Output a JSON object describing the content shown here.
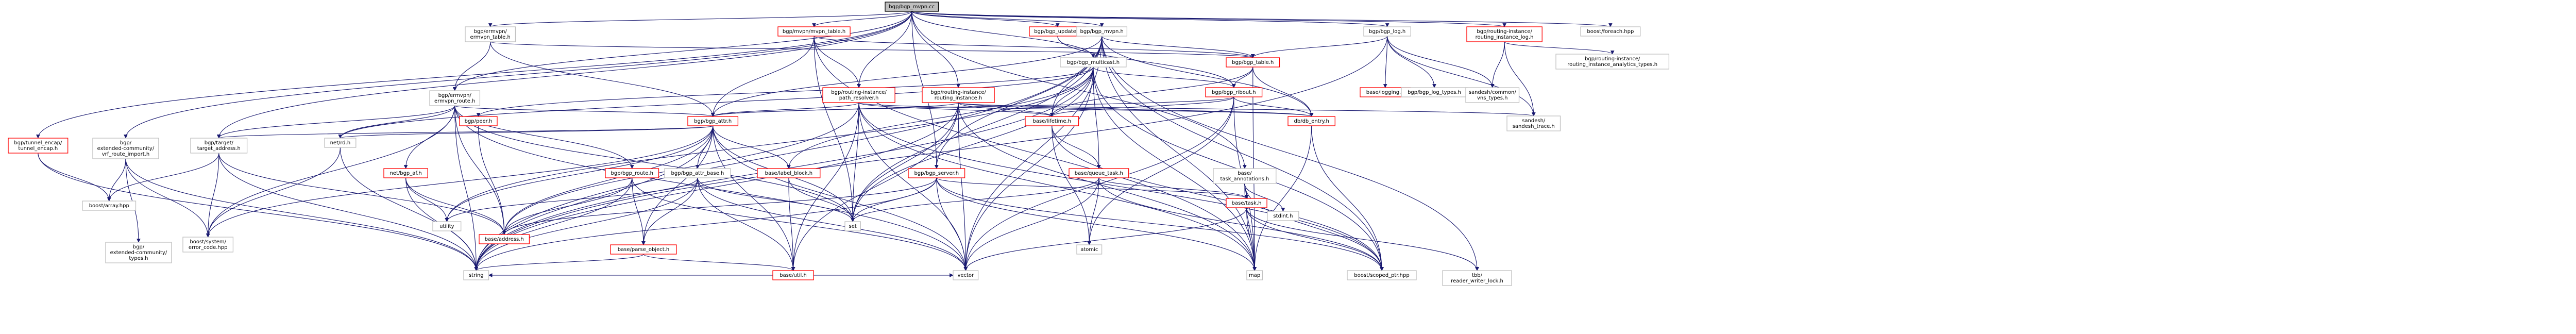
{
  "graph": {
    "root": "bgp_mvpn",
    "nodes": [
      {
        "id": "bgp_mvpn",
        "label": "bgp/bgp_mvpn.cc",
        "kind": "root"
      },
      {
        "id": "tunnel_encap",
        "label": "bgp/tunnel_encap/tunnel_encap.h",
        "kind": "doc"
      },
      {
        "id": "rt_import",
        "label": "bgp/extended-community/vrf_route_import.h",
        "kind": "hdr"
      },
      {
        "id": "ermvpn_table",
        "label": "bgp/ermvpn/ermvpn_table.h",
        "kind": "hdr"
      },
      {
        "id": "mvpn_table",
        "label": "bgp/mvpn/mvpn_table.h",
        "kind": "doc"
      },
      {
        "id": "bgp_update",
        "label": "bgp/bgp_update.h",
        "kind": "doc"
      },
      {
        "id": "bgp_mvpn_h",
        "label": "bgp/bgp_mvpn.h",
        "kind": "hdr"
      },
      {
        "id": "bgp_log",
        "label": "bgp/bgp_log.h",
        "kind": "hdr"
      },
      {
        "id": "ri_log",
        "label": "bgp/routing-instance/routing_instance_log.h",
        "kind": "doc"
      },
      {
        "id": "boost_foreach",
        "label": "boost/foreach.hpp",
        "kind": "hdr"
      },
      {
        "id": "bgp_multicast",
        "label": "bgp/bgp_multicast.h",
        "kind": "hdr"
      },
      {
        "id": "bgp_table",
        "label": "bgp/bgp_table.h",
        "kind": "doc"
      },
      {
        "id": "base_logging",
        "label": "base/logging.h",
        "kind": "doc"
      },
      {
        "id": "bgp_log_types",
        "label": "bgp/bgp_log_types.h",
        "kind": "hdr"
      },
      {
        "id": "sandesh_common_vns",
        "label": "sandesh/common/vns_types.h",
        "kind": "hdr"
      },
      {
        "id": "ri_analytics",
        "label": "bgp/routing-instance/routing_instance_analytics_types.h",
        "kind": "hdr"
      },
      {
        "id": "ermvpn_route",
        "label": "bgp/ermvpn/ermvpn_route.h",
        "kind": "hdr"
      },
      {
        "id": "bgp_peer",
        "label": "bgp/peer.h",
        "kind": "doc"
      },
      {
        "id": "path_resolver",
        "label": "bgp/routing-instance/path_resolver.h",
        "kind": "doc"
      },
      {
        "id": "ri_routing",
        "label": "bgp/routing-instance/routing_instance.h",
        "kind": "doc"
      },
      {
        "id": "bgp_ribout",
        "label": "bgp/bgp_ribout.h",
        "kind": "doc"
      },
      {
        "id": "sandesh_trace",
        "label": "sandesh/sandesh_trace.h",
        "kind": "hdr"
      },
      {
        "id": "bgp_attr",
        "label": "bgp/bgp_attr.h",
        "kind": "doc"
      },
      {
        "id": "base_lifetime",
        "label": "base/lifetime.h",
        "kind": "doc"
      },
      {
        "id": "db_entry",
        "label": "db/db_entry.h",
        "kind": "doc"
      },
      {
        "id": "bgp_target_addr",
        "label": "bgp/target/target_address.h",
        "kind": "hdr"
      },
      {
        "id": "net_rd",
        "label": "net/rd.h",
        "kind": "hdr"
      },
      {
        "id": "bgp_af",
        "label": "net/bgp_af.h",
        "kind": "doc"
      },
      {
        "id": "bgp_route_h",
        "label": "bgp/bgp_route.h",
        "kind": "doc"
      },
      {
        "id": "bgp_attr_base",
        "label": "bgp/bgp_attr_base.h",
        "kind": "hdr"
      },
      {
        "id": "base_label_block",
        "label": "base/label_block.h",
        "kind": "doc"
      },
      {
        "id": "bgp_server",
        "label": "bgp/bgp_server.h",
        "kind": "doc"
      },
      {
        "id": "base_queue_task",
        "label": "base/queue_task.h",
        "kind": "doc"
      },
      {
        "id": "base_task_annot",
        "label": "base/task_annotations.h",
        "kind": "hdr"
      },
      {
        "id": "boost_array",
        "label": "boost/array.hpp",
        "kind": "hdr"
      },
      {
        "id": "ext_comm_types",
        "label": "bgp/extended-community/types.h",
        "kind": "hdr"
      },
      {
        "id": "boost_sys_err",
        "label": "boost/system/error_code.hpp",
        "kind": "hdr"
      },
      {
        "id": "utility",
        "label": "utility",
        "kind": "hdr"
      },
      {
        "id": "base_address",
        "label": "base/address.h",
        "kind": "doc"
      },
      {
        "id": "set",
        "label": "set",
        "kind": "hdr"
      },
      {
        "id": "base_parse_object",
        "label": "base/parse_object.h",
        "kind": "doc"
      },
      {
        "id": "atomic",
        "label": "atomic",
        "kind": "hdr"
      },
      {
        "id": "base_task",
        "label": "base/task.h",
        "kind": "doc"
      },
      {
        "id": "stdint",
        "label": "stdint.h",
        "kind": "hdr"
      },
      {
        "id": "string",
        "label": "string",
        "kind": "hdr"
      },
      {
        "id": "base_util",
        "label": "base/util.h",
        "kind": "doc"
      },
      {
        "id": "vector",
        "label": "vector",
        "kind": "hdr"
      },
      {
        "id": "map",
        "label": "map",
        "kind": "hdr"
      },
      {
        "id": "boost_scoped_ptr",
        "label": "boost/scoped_ptr.hpp",
        "kind": "hdr"
      },
      {
        "id": "tbb_rw_lock",
        "label": "tbb/reader_writer_lock.h",
        "kind": "hdr"
      }
    ],
    "edges": [
      [
        "bgp_mvpn",
        "tunnel_encap"
      ],
      [
        "bgp_mvpn",
        "rt_import"
      ],
      [
        "bgp_mvpn",
        "ermvpn_table"
      ],
      [
        "bgp_mvpn",
        "mvpn_table"
      ],
      [
        "bgp_mvpn",
        "bgp_update"
      ],
      [
        "bgp_mvpn",
        "bgp_mvpn_h"
      ],
      [
        "bgp_mvpn",
        "bgp_log"
      ],
      [
        "bgp_mvpn",
        "ri_log"
      ],
      [
        "bgp_mvpn",
        "boost_foreach"
      ],
      [
        "bgp_mvpn",
        "ermvpn_route"
      ],
      [
        "bgp_mvpn",
        "path_resolver"
      ],
      [
        "bgp_mvpn",
        "ri_routing"
      ],
      [
        "bgp_mvpn",
        "bgp_server"
      ],
      [
        "bgp_mvpn",
        "base_task_annot"
      ],
      [
        "bgp_mvpn",
        "bgp_target_addr"
      ],
      [
        "bgp_mvpn",
        "bgp_multicast"
      ],
      [
        "tunnel_encap",
        "boost_array"
      ],
      [
        "tunnel_encap",
        "string"
      ],
      [
        "rt_import",
        "boost_array"
      ],
      [
        "rt_import",
        "boost_sys_err"
      ],
      [
        "rt_import",
        "ext_comm_types"
      ],
      [
        "rt_import",
        "string"
      ],
      [
        "ermvpn_table",
        "ermvpn_route"
      ],
      [
        "ermvpn_table",
        "bgp_table"
      ],
      [
        "ermvpn_table",
        "bgp_attr"
      ],
      [
        "mvpn_table",
        "bgp_table"
      ],
      [
        "mvpn_table",
        "bgp_attr"
      ],
      [
        "mvpn_table",
        "path_resolver"
      ],
      [
        "mvpn_table",
        "set"
      ],
      [
        "mvpn_table",
        "map"
      ],
      [
        "bgp_update",
        "bgp_ribout"
      ],
      [
        "bgp_mvpn_h",
        "bgp_table"
      ],
      [
        "bgp_mvpn_h",
        "bgp_attr"
      ],
      [
        "bgp_mvpn_h",
        "db_entry"
      ],
      [
        "bgp_mvpn_h",
        "base_lifetime"
      ],
      [
        "bgp_mvpn_h",
        "bgp_server"
      ],
      [
        "bgp_mvpn_h",
        "set"
      ],
      [
        "bgp_mvpn_h",
        "map"
      ],
      [
        "bgp_mvpn_h",
        "vector"
      ],
      [
        "bgp_mvpn_h",
        "string"
      ],
      [
        "bgp_mvpn_h",
        "tbb_rw_lock"
      ],
      [
        "bgp_mvpn_h",
        "boost_scoped_ptr"
      ],
      [
        "bgp_log",
        "bgp_table"
      ],
      [
        "bgp_log",
        "base_logging"
      ],
      [
        "bgp_log",
        "bgp_log_types"
      ],
      [
        "bgp_log",
        "sandesh_common_vns"
      ],
      [
        "bgp_log",
        "sandesh_trace"
      ],
      [
        "bgp_log",
        "string"
      ],
      [
        "ri_log",
        "sandesh_common_vns"
      ],
      [
        "ri_log",
        "ri_analytics"
      ],
      [
        "ri_log",
        "sandesh_trace"
      ],
      [
        "bgp_multicast",
        "bgp_peer"
      ],
      [
        "bgp_multicast",
        "bgp_ribout"
      ],
      [
        "bgp_multicast",
        "base_lifetime"
      ],
      [
        "bgp_multicast",
        "base_label_block"
      ],
      [
        "bgp_multicast",
        "base_queue_task"
      ],
      [
        "bgp_multicast",
        "net_rd"
      ],
      [
        "bgp_multicast",
        "set"
      ],
      [
        "bgp_multicast",
        "map"
      ],
      [
        "bgp_multicast",
        "string"
      ],
      [
        "bgp_multicast",
        "vector"
      ],
      [
        "bgp_multicast",
        "boost_scoped_ptr"
      ],
      [
        "bgp_multicast",
        "utility"
      ],
      [
        "bgp_table",
        "bgp_ribout"
      ],
      [
        "bgp_table",
        "db_entry"
      ],
      [
        "bgp_table",
        "base_lifetime"
      ],
      [
        "bgp_table",
        "map"
      ],
      [
        "bgp_ribout",
        "db_entry"
      ],
      [
        "bgp_ribout",
        "bgp_attr"
      ],
      [
        "bgp_ribout",
        "base_lifetime"
      ],
      [
        "bgp_ribout",
        "atomic"
      ],
      [
        "bgp_ribout",
        "vector"
      ],
      [
        "bgp_ribout",
        "map"
      ],
      [
        "ermvpn_route",
        "bgp_attr"
      ],
      [
        "ermvpn_route",
        "bgp_route_h"
      ],
      [
        "ermvpn_route",
        "bgp_af"
      ],
      [
        "ermvpn_route",
        "net_rd"
      ],
      [
        "ermvpn_route",
        "bgp_target_addr"
      ],
      [
        "ermvpn_route",
        "base_address"
      ],
      [
        "ermvpn_route",
        "set"
      ],
      [
        "ermvpn_route",
        "string"
      ],
      [
        "ermvpn_route",
        "vector"
      ],
      [
        "ermvpn_route",
        "boost_sys_err"
      ],
      [
        "bgp_peer",
        "base_address"
      ],
      [
        "path_resolver",
        "bgp_attr"
      ],
      [
        "path_resolver",
        "base_lifetime"
      ],
      [
        "path_resolver",
        "db_entry"
      ],
      [
        "path_resolver",
        "set"
      ],
      [
        "path_resolver",
        "map"
      ],
      [
        "path_resolver",
        "vector"
      ],
      [
        "path_resolver",
        "base_address"
      ],
      [
        "path_resolver",
        "base_util"
      ],
      [
        "path_resolver",
        "boost_scoped_ptr"
      ],
      [
        "ri_routing",
        "bgp_attr"
      ],
      [
        "ri_routing",
        "base_lifetime"
      ],
      [
        "ri_routing",
        "db_entry"
      ],
      [
        "ri_routing",
        "set"
      ],
      [
        "ri_routing",
        "map"
      ],
      [
        "ri_routing",
        "vector"
      ],
      [
        "ri_routing",
        "string"
      ],
      [
        "ri_routing",
        "base_util"
      ],
      [
        "ri_routing",
        "sandesh_trace"
      ],
      [
        "bgp_attr",
        "bgp_attr_base"
      ],
      [
        "bgp_attr",
        "base_label_block"
      ],
      [
        "bgp_attr",
        "base_parse_object"
      ],
      [
        "bgp_attr",
        "base_util"
      ],
      [
        "bgp_attr",
        "base_address"
      ],
      [
        "bgp_attr",
        "set"
      ],
      [
        "bgp_attr",
        "vector"
      ],
      [
        "bgp_attr",
        "string"
      ],
      [
        "bgp_attr",
        "utility"
      ],
      [
        "bgp_attr",
        "boost_sys_err"
      ],
      [
        "bgp_attr",
        "bgp_target_addr"
      ],
      [
        "bgp_attr",
        "net_rd"
      ],
      [
        "base_lifetime",
        "base_queue_task"
      ],
      [
        "base_lifetime",
        "atomic"
      ],
      [
        "base_lifetime",
        "boost_scoped_ptr"
      ],
      [
        "db_entry",
        "boost_scoped_ptr"
      ],
      [
        "db_entry",
        "map"
      ],
      [
        "bgp_target_addr",
        "base_address"
      ],
      [
        "bgp_target_addr",
        "boost_array"
      ],
      [
        "bgp_target_addr",
        "string"
      ],
      [
        "bgp_target_addr",
        "boost_sys_err"
      ],
      [
        "net_rd",
        "boost_sys_err"
      ],
      [
        "net_rd",
        "string"
      ],
      [
        "bgp_af",
        "utility"
      ],
      [
        "bgp_af",
        "string"
      ],
      [
        "bgp_af",
        "base_address"
      ],
      [
        "bgp_route_h",
        "base_address"
      ],
      [
        "bgp_route_h",
        "base_parse_object"
      ],
      [
        "bgp_route_h",
        "string"
      ],
      [
        "bgp_route_h",
        "vector"
      ],
      [
        "bgp_attr_base",
        "base_parse_object"
      ],
      [
        "bgp_attr_base",
        "base_util"
      ],
      [
        "bgp_attr_base",
        "set"
      ],
      [
        "bgp_attr_base",
        "string"
      ],
      [
        "bgp_attr_base",
        "vector"
      ],
      [
        "bgp_attr_base",
        "utility"
      ],
      [
        "base_label_block",
        "base_util"
      ],
      [
        "base_label_block",
        "set"
      ],
      [
        "bgp_server",
        "base_address"
      ],
      [
        "bgp_server",
        "base_task"
      ],
      [
        "bgp_server",
        "set"
      ],
      [
        "bgp_server",
        "string"
      ],
      [
        "bgp_server",
        "map"
      ],
      [
        "bgp_server",
        "boost_scoped_ptr"
      ],
      [
        "bgp_server",
        "vector"
      ],
      [
        "base_queue_task",
        "base_task"
      ],
      [
        "base_queue_task",
        "atomic"
      ],
      [
        "base_queue_task",
        "set"
      ],
      [
        "base_queue_task",
        "vector"
      ],
      [
        "base_queue_task",
        "boost_scoped_ptr"
      ],
      [
        "base_task_annot",
        "base_task"
      ],
      [
        "base_task_annot",
        "stdint"
      ],
      [
        "base_task_annot",
        "boost_scoped_ptr"
      ],
      [
        "base_task_annot",
        "map"
      ],
      [
        "base_parse_object",
        "string"
      ],
      [
        "base_parse_object",
        "base_util"
      ],
      [
        "base_task",
        "map"
      ],
      [
        "base_task",
        "vector"
      ],
      [
        "base_task",
        "boost_scoped_ptr"
      ],
      [
        "base_task",
        "tbb_rw_lock"
      ],
      [
        "base_util",
        "string"
      ],
      [
        "base_util",
        "vector"
      ]
    ]
  }
}
